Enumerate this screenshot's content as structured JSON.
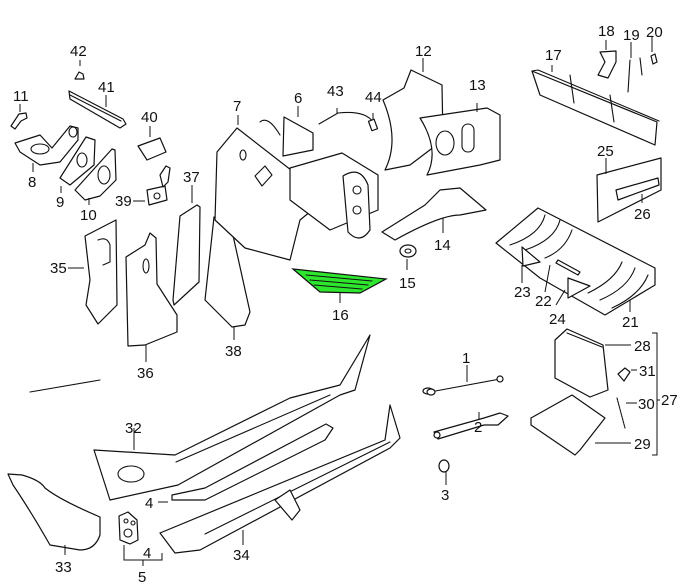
{
  "diagram": {
    "type": "exploded-parts-diagram",
    "highlight_color": "#2ee62e",
    "highlighted_part": "16",
    "callouts": [
      {
        "id": "1",
        "label": "1"
      },
      {
        "id": "2",
        "label": "2"
      },
      {
        "id": "3",
        "label": "3"
      },
      {
        "id": "4a",
        "label": "4"
      },
      {
        "id": "4b",
        "label": "4"
      },
      {
        "id": "5",
        "label": "5"
      },
      {
        "id": "6",
        "label": "6"
      },
      {
        "id": "7",
        "label": "7"
      },
      {
        "id": "8",
        "label": "8"
      },
      {
        "id": "9",
        "label": "9"
      },
      {
        "id": "10",
        "label": "10"
      },
      {
        "id": "11",
        "label": "11"
      },
      {
        "id": "12",
        "label": "12"
      },
      {
        "id": "13",
        "label": "13"
      },
      {
        "id": "14",
        "label": "14"
      },
      {
        "id": "15",
        "label": "15"
      },
      {
        "id": "16",
        "label": "16"
      },
      {
        "id": "17",
        "label": "17"
      },
      {
        "id": "18",
        "label": "18"
      },
      {
        "id": "19",
        "label": "19"
      },
      {
        "id": "20",
        "label": "20"
      },
      {
        "id": "21",
        "label": "21"
      },
      {
        "id": "22",
        "label": "22"
      },
      {
        "id": "23",
        "label": "23"
      },
      {
        "id": "24",
        "label": "24"
      },
      {
        "id": "25",
        "label": "25"
      },
      {
        "id": "26",
        "label": "26"
      },
      {
        "id": "27",
        "label": "27"
      },
      {
        "id": "28",
        "label": "28"
      },
      {
        "id": "29",
        "label": "29"
      },
      {
        "id": "30",
        "label": "30"
      },
      {
        "id": "31",
        "label": "31"
      },
      {
        "id": "32",
        "label": "32"
      },
      {
        "id": "33",
        "label": "33"
      },
      {
        "id": "34",
        "label": "34"
      },
      {
        "id": "35",
        "label": "35"
      },
      {
        "id": "36",
        "label": "36"
      },
      {
        "id": "37",
        "label": "37"
      },
      {
        "id": "38",
        "label": "38"
      },
      {
        "id": "39",
        "label": "39"
      },
      {
        "id": "40",
        "label": "40"
      },
      {
        "id": "41",
        "label": "41"
      },
      {
        "id": "42",
        "label": "42"
      },
      {
        "id": "43",
        "label": "43"
      },
      {
        "id": "44",
        "label": "44"
      }
    ]
  }
}
